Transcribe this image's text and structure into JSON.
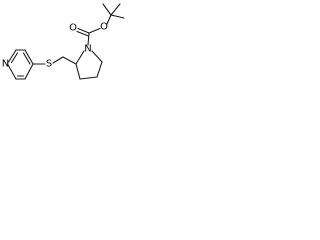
{
  "diagram": {
    "type": "skeletal-structure",
    "atom_labels": {
      "pyridine_nitrogen": "N",
      "sulfur": "S",
      "pyrrolidine_nitrogen": "N",
      "ester_oxygen": "O",
      "carbonyl_oxygen": "O"
    },
    "colors": {
      "bond": "#1a1a1a",
      "label": "#000000",
      "background": "#ffffff"
    }
  }
}
